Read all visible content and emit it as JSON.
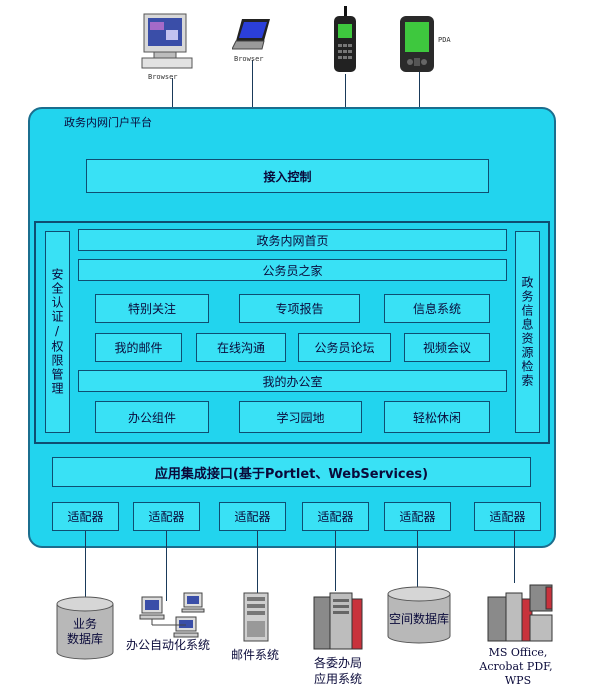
{
  "devices": {
    "browser1_label": "Browser",
    "browser2_label": "Browser",
    "pda_label": "PDA"
  },
  "platform": {
    "title": "政务内网门户平台",
    "access_control": "接入控制",
    "portal_home": "政务内网首页",
    "civil_servant_home": "公务员之家",
    "row1": [
      "特别关注",
      "专项报告",
      "信息系统"
    ],
    "row2": [
      "我的邮件",
      "在线沟通",
      "公务员论坛",
      "视频会议"
    ],
    "my_office": "我的办公室",
    "row3": [
      "办公组件",
      "学习园地",
      "轻松休闲"
    ],
    "left_sidebar": "安全认证/权限管理",
    "right_sidebar": "政务信息资源检索",
    "integration_interface": "应用集成接口(基于Portlet、WebServices)",
    "adapters": [
      "适配器",
      "适配器",
      "适配器",
      "适配器",
      "适配器",
      "适配器"
    ]
  },
  "backends": {
    "business_db_line1": "业务",
    "business_db_line2": "数据库",
    "office_automation": "办公自动化系统",
    "mail_system": "邮件系统",
    "committees_line1": "各委办局",
    "committees_line2": "应用系统",
    "spatial_db": "空间数据库",
    "ms_office_line1": "MS Office,",
    "ms_office_line2": "Acrobat PDF,",
    "ms_office_line3": "WPS"
  }
}
